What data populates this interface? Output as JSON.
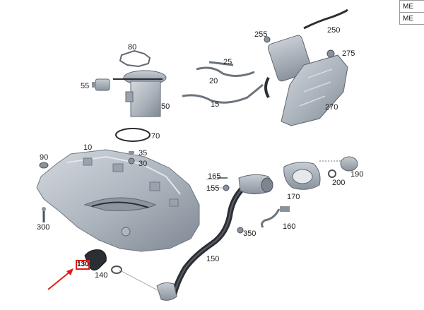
{
  "corner_table": {
    "rows": [
      "ME",
      "ME"
    ]
  },
  "highlighted_callout": "130",
  "callouts": {
    "c80": "80",
    "c55": "55",
    "c50": "50",
    "c70": "70",
    "c255": "255",
    "c250": "250",
    "c275": "275",
    "c25": "25",
    "c20": "20",
    "c15": "15",
    "c270": "270",
    "c10": "10",
    "c90": "90",
    "c35": "35",
    "c30": "30",
    "c300": "300",
    "c165": "165",
    "c155": "155",
    "c190": "190",
    "c200": "200",
    "c170": "170",
    "c160": "160",
    "c350": "350",
    "c150": "150",
    "c140": "140"
  },
  "colors": {
    "part_fill": "#b9c0c8",
    "part_shade": "#8f98a2",
    "hose": "#2b2e33",
    "highlight": "#e01b1b"
  }
}
